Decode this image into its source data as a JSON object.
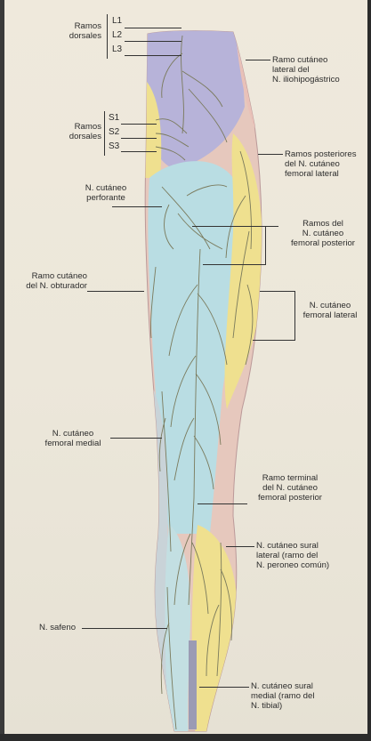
{
  "labels": {
    "ramos_dorsales_lumbar": "Ramos\ndorsales",
    "L1": "L1",
    "L2": "L2",
    "L3": "L3",
    "ramos_dorsales_sacro": "Ramos\ndorsales",
    "S1": "S1",
    "S2": "S2",
    "S3": "S3",
    "iliohipogastrico": "Ramo cutáneo\nlateral del\nN. iliohipogástrico",
    "posteriores_femoral_lateral": "Ramos posteriores\ndel N. cutáneo\nfemoral lateral",
    "perforante": "N. cutáneo\nperforante",
    "femoral_posterior": "Ramos del\nN. cutáneo\nfemoral posterior",
    "obturador": "Ramo cutáneo\ndel N. obturador",
    "femoral_lateral": "N. cutáneo\nfemoral lateral",
    "femoral_medial": "N. cutáneo\nfemoral medial",
    "terminal_posterior": "Ramo terminal\ndel N. cutáneo\nfemoral posterior",
    "sural_lateral": "N. cutáneo sural\nlateral (ramo del\nN. peroneo común)",
    "safeno": "N. safeno",
    "sural_medial": "N. cutáneo sural\nmedial (ramo del\nN. tibial)"
  },
  "colors": {
    "paper": "#ece7da",
    "lavender_zone": "#b7b3d9",
    "lightblue_zone": "#b9dde3",
    "yellow_zone": "#efe08f",
    "pink_zone": "#e9c1b8",
    "nerve": "#7a7a5c"
  }
}
